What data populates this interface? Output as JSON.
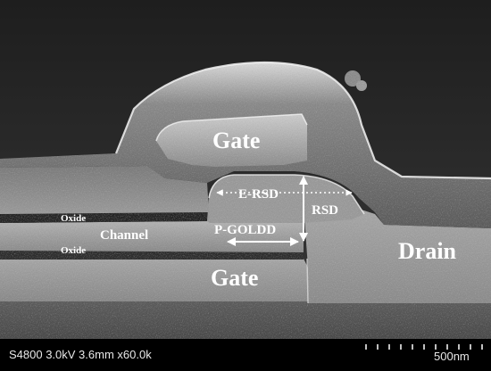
{
  "image": {
    "labels": {
      "gate_top": "Gate",
      "gate_bottom": "Gate",
      "drain": "Drain",
      "channel": "Channel",
      "oxide_top": "Oxide",
      "oxide_bottom": "Oxide",
      "e_rsd": "E-RSD",
      "p_goldd": "P-GOLDD",
      "rsd": "RSD"
    },
    "info_bar": {
      "instrument": "S4800 3.0kV 3.6mm x60.0k",
      "scale_label": "500nm"
    }
  }
}
